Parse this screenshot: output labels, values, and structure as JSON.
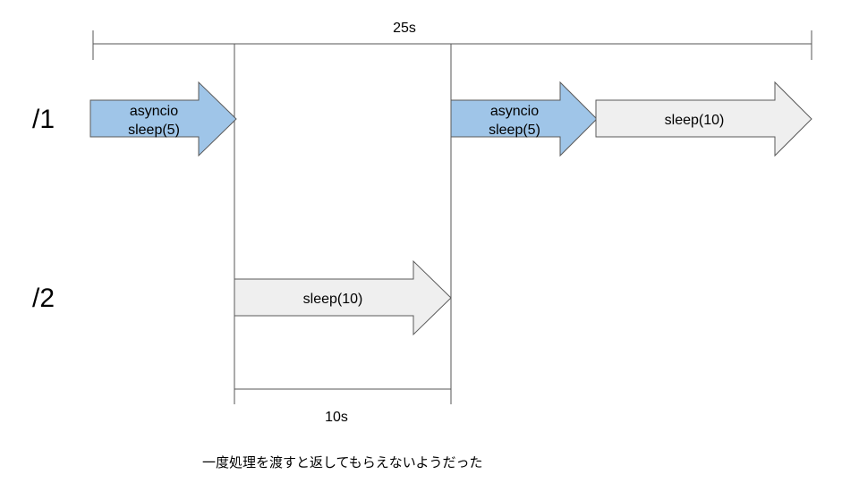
{
  "rows": {
    "row1_label": "/1",
    "row2_label": "/2"
  },
  "dimensions": {
    "total_label": "25s",
    "span_label": "10s"
  },
  "arrows": {
    "row1_first_line1": "asyncio",
    "row1_first_line2": "sleep(5)",
    "row1_second_line1": "asyncio",
    "row1_second_line2": "sleep(5)",
    "row1_third": "sleep(10)",
    "row2_first": "sleep(10)"
  },
  "caption": "一度処理を渡すと返してもらえないようだった",
  "colors": {
    "async_fill": "#9fc5e8",
    "sleep_fill": "#efefef",
    "stroke": "#595959"
  }
}
